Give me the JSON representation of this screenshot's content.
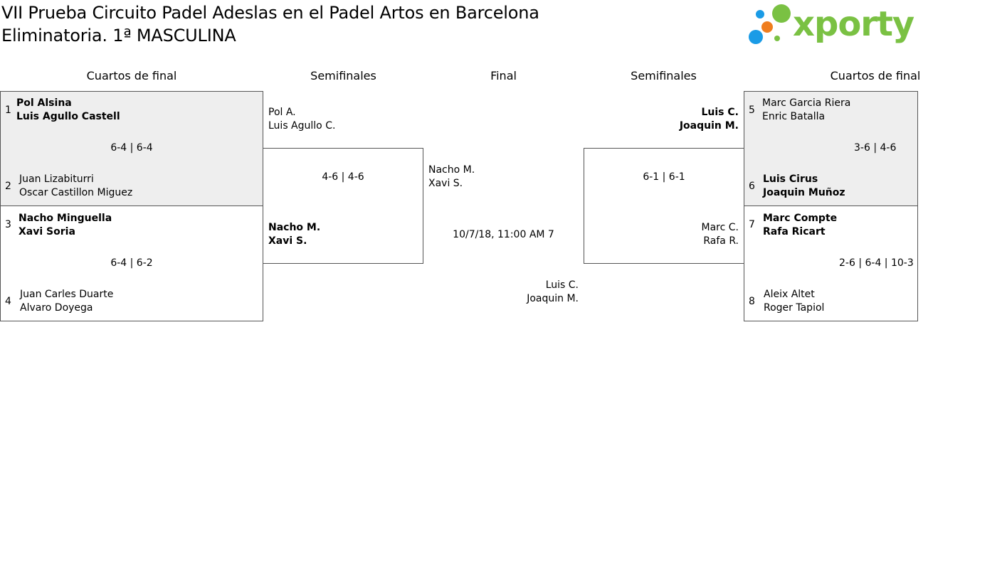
{
  "title": {
    "line1": "VII Prueba Circuito Padel Adeslas en el Padel Artos en Barcelona",
    "line2": "Eliminatoria. 1ª MASCULINA"
  },
  "logo": {
    "text": "xporty",
    "colors": {
      "blue": "#1a9be6",
      "orange": "#f07d1e",
      "green": "#7ac143"
    }
  },
  "rounds": {
    "left_qf": "Cuartos de final",
    "left_sf": "Semifinales",
    "final": "Final",
    "right_sf": "Semifinales",
    "right_qf": "Cuartos de final"
  },
  "left_qf": {
    "match1": {
      "seed_a": "1",
      "team_a": [
        "Pol Alsina",
        "Luis Agullo Castell"
      ],
      "score": "6-4 | 6-4",
      "seed_b": "2",
      "team_b": [
        "Juan Lizabiturri",
        "Oscar Castillon Miguez"
      ]
    },
    "match2": {
      "seed_a": "3",
      "team_a": [
        "Nacho Minguella",
        "Xavi Soria"
      ],
      "score": "6-4 | 6-2",
      "seed_b": "4",
      "team_b": [
        "Juan Carles Duarte",
        "Alvaro Doyega"
      ]
    }
  },
  "left_sf": {
    "team_a": [
      "Pol A.",
      "Luis Agullo C."
    ],
    "score": "4-6 | 4-6",
    "team_b": [
      "Nacho M.",
      "Xavi S."
    ]
  },
  "final": {
    "team_a": [
      "Nacho M.",
      "Xavi S."
    ],
    "schedule": "10/7/18, 11:00 AM 7",
    "team_b": [
      "Luis C.",
      "Joaquin M."
    ]
  },
  "right_sf": {
    "team_a": [
      "Luis C.",
      "Joaquin M."
    ],
    "score": "6-1 | 6-1",
    "team_b": [
      "Marc C.",
      "Rafa R."
    ]
  },
  "right_qf": {
    "match1": {
      "seed_a": "5",
      "team_a": [
        "Marc Garcia Riera",
        "Enric Batalla"
      ],
      "score": "3-6 | 4-6",
      "seed_b": "6",
      "team_b": [
        "Luis Cirus",
        "Joaquin Muñoz"
      ]
    },
    "match2": {
      "seed_a": "7",
      "team_a": [
        "Marc Compte",
        "Rafa Ricart"
      ],
      "score": "2-6 | 6-4 | 10-3",
      "seed_b": "8",
      "team_b": [
        "Aleix Altet",
        "Roger Tapiol"
      ]
    }
  }
}
